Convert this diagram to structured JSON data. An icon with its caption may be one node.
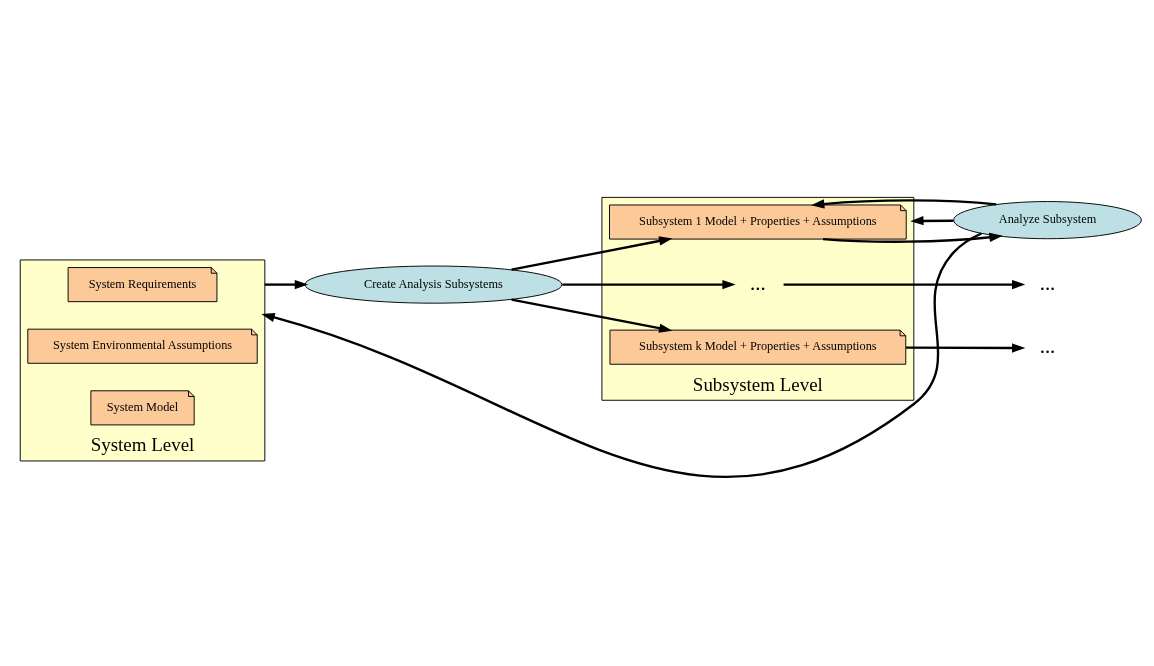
{
  "diagram": {
    "nodes": [
      {
        "text": [
          "System Level"
        ]
      },
      {
        "text": [
          "System Requirements"
        ],
        "in": 0
      },
      {
        "text": [
          "System Environmental Assumptions"
        ],
        "in": 0
      },
      {
        "text": [
          "System Model"
        ],
        "in": 0
      },
      {
        "text": [
          "Create Analysis Subsystems"
        ]
      },
      {
        "text": [
          "Subsystem Level"
        ]
      },
      {
        "text": [
          "Subsystem 1 Model + Properties + Assumptions"
        ],
        "in": 5
      },
      {
        "text": [
          "..."
        ],
        "in": 5
      },
      {
        "text": [
          "Subsystem k Model + Properties + Assumptions"
        ],
        "in": 5
      },
      {
        "text": [
          "Analyze Subsystem"
        ]
      },
      {
        "text": [
          "..."
        ]
      },
      {
        "text": [
          "..."
        ]
      }
    ],
    "edges": [
      {
        "from": 0,
        "to": 4,
        "arrow": "to"
      },
      {
        "from": 4,
        "to": 6,
        "arrow": "to"
      },
      {
        "from": 4,
        "to": 7,
        "arrow": "to"
      },
      {
        "from": 4,
        "to": 8,
        "arrow": "to"
      },
      {
        "from": 6,
        "to": 9,
        "arrow": "to"
      },
      {
        "from": 7,
        "to": 10,
        "arrow": "to"
      },
      {
        "from": 8,
        "to": 11,
        "arrow": "to"
      },
      {
        "from": 9,
        "to": 0,
        "arrow": "to"
      },
      {
        "from": 9,
        "to": 5,
        "arrow": "to"
      },
      {
        "from": 9,
        "to": 6,
        "arrow": "to"
      }
    ]
  }
}
